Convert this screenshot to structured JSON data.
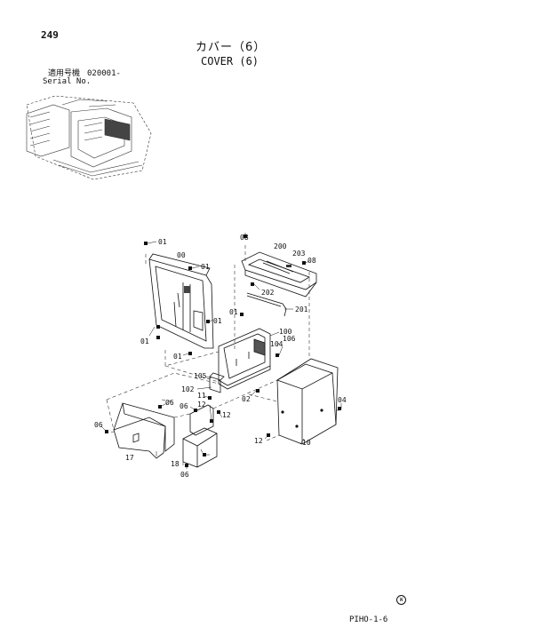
{
  "header": {
    "page_number": "249",
    "title_ja": "カバー（6）",
    "title_en": "COVER (6)",
    "serial_label_ja": "適用号機",
    "serial_value": "020001-",
    "serial_label_en": "Serial No."
  },
  "callouts": {
    "c01a": "01",
    "c00": "00",
    "c01b": "01",
    "c01c": "01",
    "c01d": "01",
    "c01e": "01",
    "c01f": "01",
    "c08a": "08",
    "c200": "200",
    "c203": "203",
    "c08b": "08",
    "c202": "202",
    "c201": "201",
    "c100": "100",
    "c106": "106",
    "c104": "104",
    "c105": "105",
    "c102": "102",
    "c11": "11",
    "c02": "02",
    "c06a": "06",
    "c12a": "12",
    "c12b": "12",
    "c06b": "06",
    "c04": "04",
    "c12c": "12",
    "c10": "10",
    "c06c": "06",
    "c17": "17",
    "c18": "18",
    "c06d": "06"
  },
  "footer": {
    "mark": "W",
    "page_code": "PIHO-1-6"
  }
}
